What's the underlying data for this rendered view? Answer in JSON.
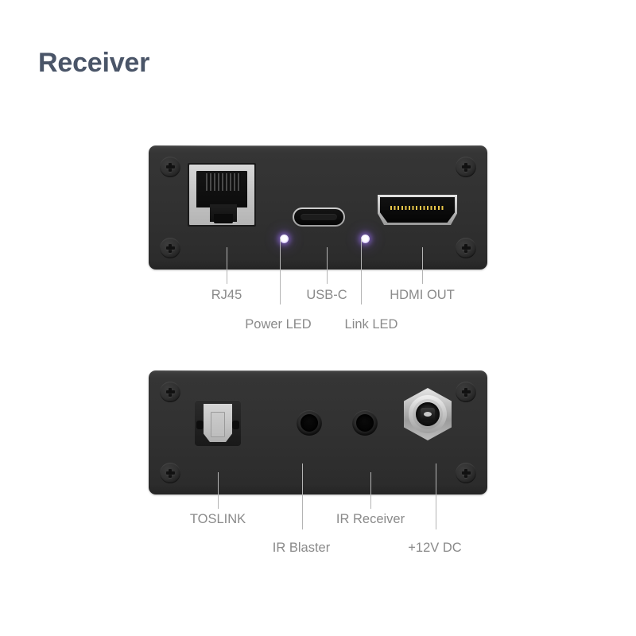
{
  "page": {
    "title": "Receiver",
    "title_color": "#4a5568",
    "background_color": "#ffffff",
    "label_color": "#8a8a8a",
    "leader_line_color": "#b4b4b4"
  },
  "panels": [
    {
      "name": "front-panel",
      "ports": [
        {
          "id": "rj45",
          "label": "RJ45",
          "type": "rj45-jack"
        },
        {
          "id": "power-led",
          "label": "Power LED",
          "type": "indicator-led",
          "color": "#ffffff",
          "glow": "#9a6ee6"
        },
        {
          "id": "usbc",
          "label": "USB-C",
          "type": "usb-c-port"
        },
        {
          "id": "link-led",
          "label": "Link LED",
          "type": "indicator-led",
          "color": "#ffffff",
          "glow": "#9a6ee6"
        },
        {
          "id": "hdmi-out",
          "label": "HDMI OUT",
          "type": "hdmi-port"
        }
      ]
    },
    {
      "name": "rear-panel",
      "ports": [
        {
          "id": "toslink",
          "label": "TOSLINK",
          "type": "toslink-optical-port"
        },
        {
          "id": "ir-blaster",
          "label": "IR Blaster",
          "type": "3.5mm-jack"
        },
        {
          "id": "ir-receiver",
          "label": "IR Receiver",
          "type": "3.5mm-jack"
        },
        {
          "id": "dc-power",
          "label": "+12V DC",
          "type": "dc-barrel-jack"
        }
      ]
    }
  ]
}
